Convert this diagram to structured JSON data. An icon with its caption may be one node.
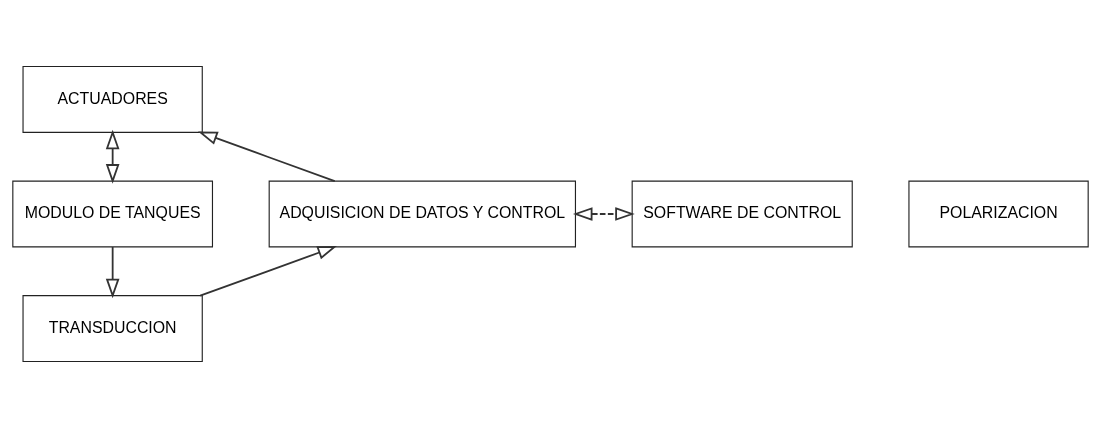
{
  "diagram": {
    "nodes": [
      {
        "text": [
          "ACTUADORES"
        ]
      },
      {
        "text": [
          "POLARIZACION"
        ]
      },
      {
        "text": [
          "MODULO DE TANQUES"
        ]
      },
      {
        "text": [
          "ADQUISICION DE DATOS Y CONTROL"
        ]
      },
      {
        "text": [
          "SOFTWARE DE CONTROL"
        ]
      },
      {
        "text": [
          "TRANSDUCCION"
        ]
      }
    ],
    "edges": [
      {
        "from": 3,
        "to": 0,
        "arrow": "to"
      },
      {
        "from": 0,
        "to": 2,
        "arrow": "both"
      },
      {
        "from": 2,
        "to": 5,
        "arrow": "to"
      },
      {
        "from": 5,
        "to": 3,
        "arrow": "to"
      },
      {
        "from": 3,
        "to": 4,
        "arrow": "both",
        "style": "dashed"
      }
    ]
  }
}
